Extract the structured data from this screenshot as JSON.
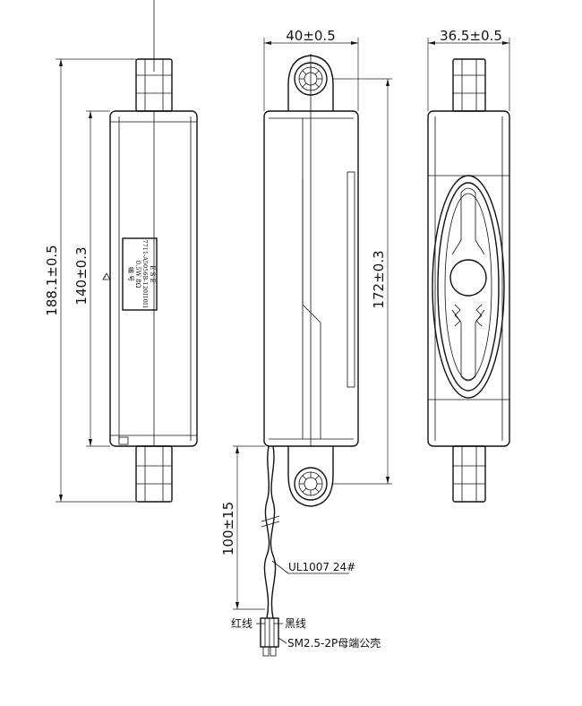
{
  "dimensions": {
    "width_front": "40±0.5",
    "width_side": "36.5±0.5",
    "length_total": "188.1±0.5",
    "length_body": "140±0.3",
    "length_mount": "172±0.3",
    "wire_length": "100±15"
  },
  "label_plate": {
    "line1": "E S E",
    "line2": "7711-A5056B-120I10I1",
    "line3": "0.5W 8Ω",
    "line4": "编 号"
  },
  "callouts": {
    "wire_spec": "UL1007 24#",
    "red_wire": "红线",
    "black_wire": "黑线",
    "connector": "SM2.5-2P母端公壳"
  },
  "colors": {
    "line": "#111111",
    "background": "#ffffff"
  }
}
